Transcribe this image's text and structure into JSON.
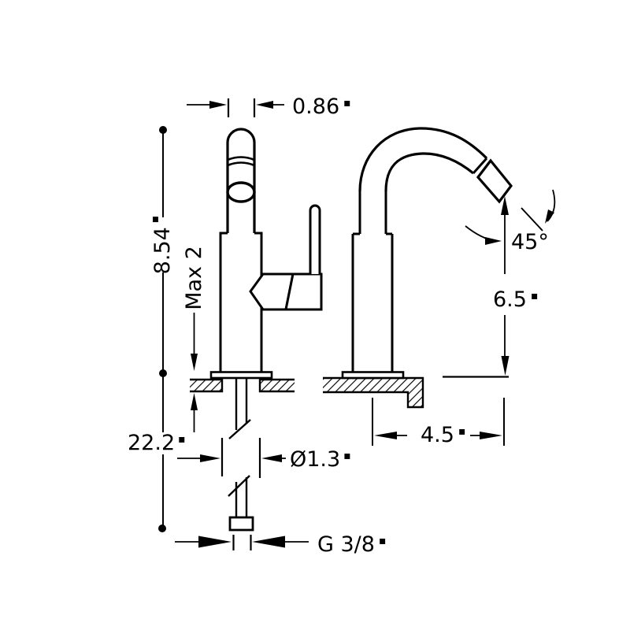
{
  "colors": {
    "line": "#000000",
    "background": "#ffffff"
  },
  "labels": {
    "spout_width": {
      "value": "0.86",
      "unit": "▪"
    },
    "overall_height": {
      "value": "8.54",
      "unit": "▪"
    },
    "max_deck_thickness": {
      "value": "Max 2",
      "unit": ""
    },
    "supply_length": {
      "value": "22.2",
      "unit": "▪"
    },
    "base_diameter": {
      "value": "Ø1.3",
      "unit": "▪"
    },
    "thread_size": {
      "value": "G 3/8",
      "unit": "▪"
    },
    "spout_reach": {
      "value": "4.5",
      "unit": "▪"
    },
    "spout_height": {
      "value": "6.5",
      "unit": "▪"
    },
    "aerator_angle": {
      "value": "45°",
      "unit": ""
    }
  }
}
